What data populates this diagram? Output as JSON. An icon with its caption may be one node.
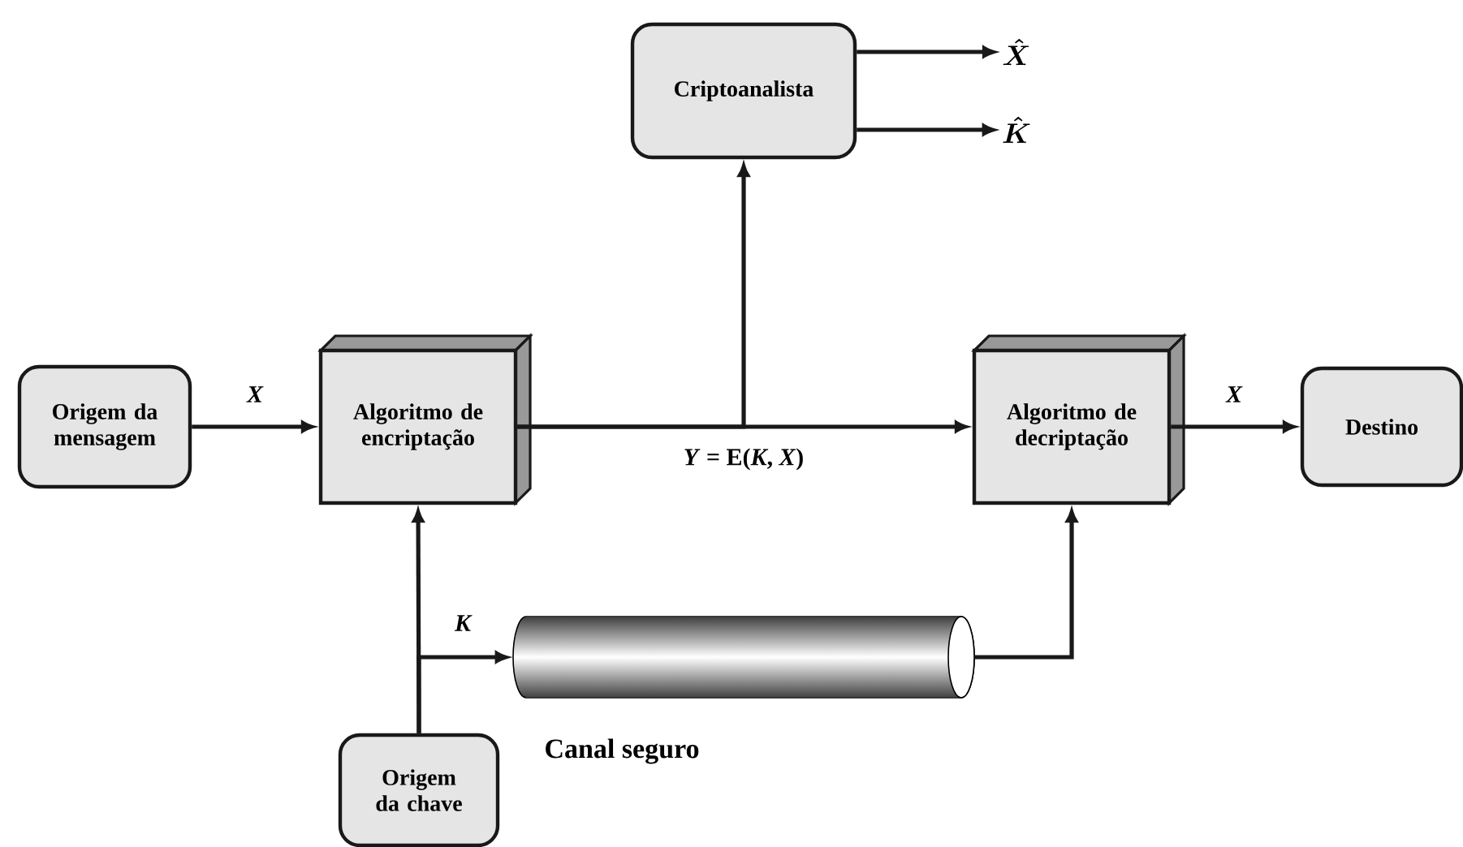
{
  "diagram": {
    "nodes": [
      {
        "text": [
          "Origem da mensagem"
        ]
      },
      {
        "text": [
          "Algoritmo de encriptação"
        ]
      },
      {
        "text": [
          "Criptoanalista"
        ]
      },
      {
        "text": [
          "Algoritmo de decriptação"
        ]
      },
      {
        "text": [
          "Destino"
        ]
      },
      {
        "text": [
          "Origem da chave"
        ]
      },
      {
        "text": [],
        "shape": "cylinder",
        "beside": [
          "Canal seguro"
        ]
      },
      {
        "text": [
          "\\hat{X}"
        ]
      },
      {
        "text": [
          "\\hat{K}"
        ]
      }
    ],
    "edges": [
      {
        "from": 0,
        "to": 1,
        "arrow": "to",
        "label": "X"
      },
      {
        "from": 1,
        "to": 3,
        "arrow": "to",
        "label": "*Y* = E(*K*, *X*)"
      },
      {
        "from": 1,
        "to": 2,
        "arrow": "to"
      },
      {
        "from": 2,
        "to": 7,
        "arrow": "to"
      },
      {
        "from": 2,
        "to": 8,
        "arrow": "to"
      },
      {
        "from": 3,
        "to": 4,
        "arrow": "to",
        "label": "X"
      },
      {
        "from": 5,
        "to": 1,
        "arrow": "to"
      },
      {
        "from": 5,
        "to": 6,
        "arrow": "to",
        "label": "K"
      },
      {
        "from": 6,
        "to": 3,
        "arrow": "to"
      }
    ]
  }
}
